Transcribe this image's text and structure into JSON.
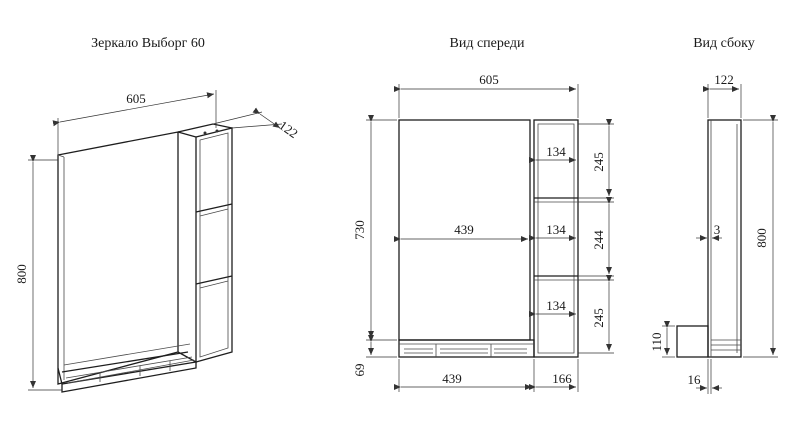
{
  "titles": {
    "main": "Зеркало Выборг 60",
    "front": "Вид спереди",
    "side": "Вид сбоку"
  },
  "iso": {
    "width": "605",
    "depth": "122",
    "height": "800"
  },
  "front": {
    "width": "605",
    "height": "730",
    "plinth": "69",
    "mirror_width": "439",
    "shelf_width_1": "134",
    "shelf_width_2": "134",
    "shelf_width_3": "134",
    "shelf_height_1": "245",
    "shelf_height_2": "244",
    "shelf_height_3": "245",
    "bottom_left": "439",
    "bottom_right": "166"
  },
  "side": {
    "depth": "122",
    "height": "800",
    "gap": "3",
    "base_height": "110",
    "base_depth": "16"
  }
}
